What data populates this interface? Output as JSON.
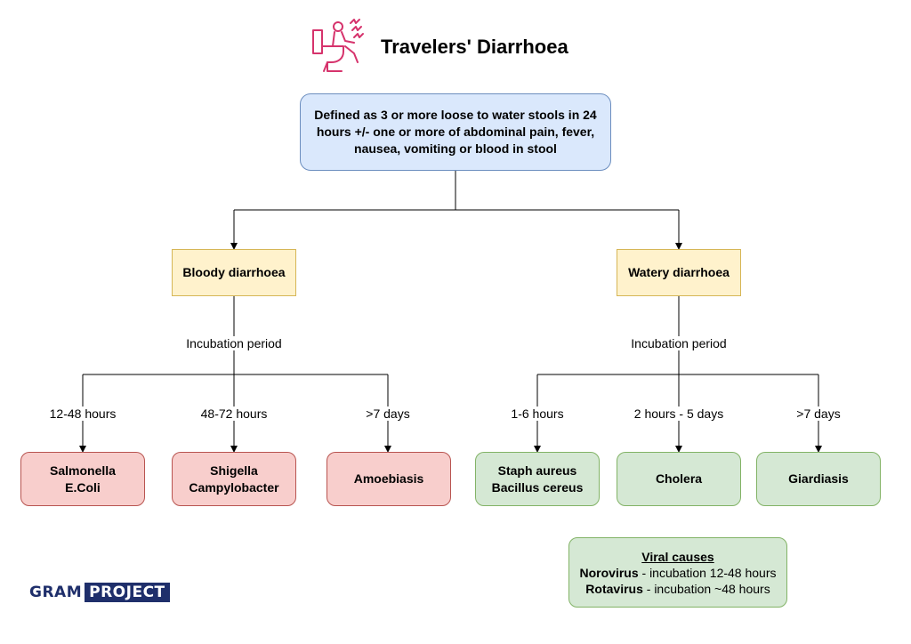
{
  "title": "Travelers' Diarrhoea",
  "definition": "Defined as 3 or more loose to water stools in 24 hours +/- one or more of abdominal pain, fever, nausea, vomiting or blood in stool",
  "bloody": {
    "label": "Bloody diarrhoea",
    "incubation_label": "Incubation period",
    "branches": [
      {
        "period": "12-48 hours",
        "lines": [
          "Salmonella",
          "E.Coli"
        ]
      },
      {
        "period": "48-72 hours",
        "lines": [
          "Shigella",
          "Campylobacter"
        ]
      },
      {
        "period": ">7 days",
        "lines": [
          "Amoebiasis"
        ]
      }
    ]
  },
  "watery": {
    "label": "Watery diarrhoea",
    "incubation_label": "Incubation period",
    "branches": [
      {
        "period": "1-6 hours",
        "lines": [
          "Staph aureus",
          "Bacillus cereus"
        ]
      },
      {
        "period": "2 hours - 5 days",
        "lines": [
          "Cholera"
        ]
      },
      {
        "period": ">7 days",
        "lines": [
          "Giardiasis"
        ]
      }
    ]
  },
  "viral": {
    "heading": "Viral causes",
    "items": [
      {
        "name": "Norovirus",
        "detail": " - incubation 12-48 hours"
      },
      {
        "name": "Rotavirus",
        "detail": " - incubation ~48 hours"
      }
    ]
  },
  "logo": {
    "part1": "GRAM",
    "part2": "PROJECT"
  },
  "colors": {
    "line": "#000000",
    "icon": "#d6336c"
  }
}
